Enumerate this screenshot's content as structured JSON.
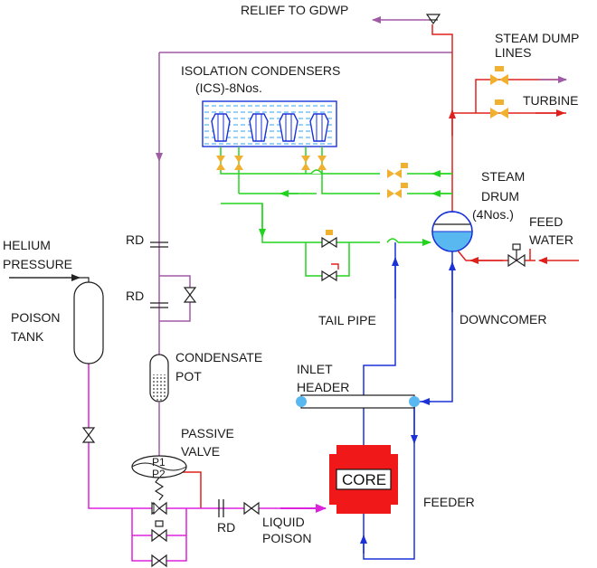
{
  "labels": {
    "relief": "RELIEF TO GDWP",
    "steam_dump_1": "STEAM DUMP",
    "steam_dump_2": "LINES",
    "turbine": "TURBINE",
    "ics_1": "ISOLATION CONDENSERS",
    "ics_2": "(ICS)-8Nos.",
    "steam_drum_1": "STEAM",
    "steam_drum_2": "DRUM",
    "steam_drum_3": "(4Nos.)",
    "feed_1": "FEED",
    "feed_2": "WATER",
    "helium_1": "HELIUM",
    "helium_2": "PRESSURE",
    "poison_1": "POISON",
    "poison_2": "TANK",
    "rd_1": "RD",
    "rd_2": "RD",
    "rd_3": "RD",
    "condensate_1": "CONDENSATE",
    "condensate_2": "POT",
    "tail_pipe": "TAIL PIPE",
    "downcomer": "DOWNCOMER",
    "inlet_1": "INLET",
    "inlet_2": "HEADER",
    "passive_1": "PASSIVE",
    "passive_2": "VALVE",
    "p1": "P1",
    "p2": "P2",
    "core": "CORE",
    "feeder": "FEEDER",
    "liquid_1": "LIQUID",
    "liquid_2": "POISON"
  },
  "colors": {
    "steam": "#e0201c",
    "condensate": "#22d41e",
    "flow": "#1a32d8",
    "relief": "#a05aa6",
    "poison": "#dd22dd",
    "water": "#5ab8f0",
    "valve": "#f0b030",
    "core": "#f01818",
    "line": "#222222"
  }
}
